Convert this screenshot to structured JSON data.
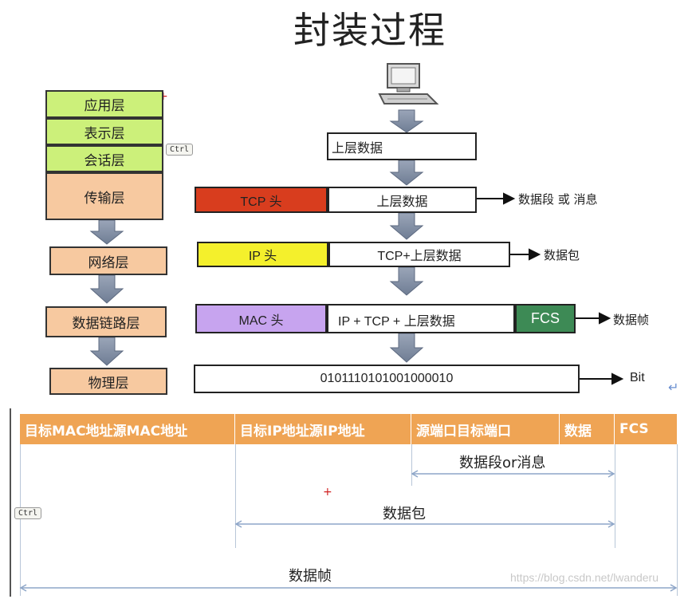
{
  "title": "封装过程",
  "layers": {
    "app": "应用层",
    "pres": "表示层",
    "sess": "会话层",
    "trans": "传输层",
    "net": "网络层",
    "link": "数据链路层",
    "phys": "物理层"
  },
  "ctrl": "Ctrl",
  "data": {
    "upper": "上层数据",
    "tcp_head": "TCP 头",
    "upper2": "上层数据",
    "ip_head": "IP 头",
    "tcp_upper": "TCP+上层数据",
    "mac_head": "MAC 头",
    "ip_tcp_upper": "IP + TCP + 上层数据",
    "fcs": "FCS",
    "bits": "0101110101001000010"
  },
  "outputs": {
    "segment": "数据段 或 消息",
    "packet": "数据包",
    "frame": "数据帧",
    "bit": "Bit"
  },
  "frame_table": {
    "headers": [
      "目标MAC地址源MAC地址",
      "目标IP地址源IP地址",
      "源端口目标端口",
      "数据",
      "FCS"
    ],
    "segment_label": "数据段or消息",
    "packet_label": "数据包",
    "frame_label": "数据帧"
  },
  "watermark": "https://blog.csdn.net/lwanderu",
  "colors": {
    "green_layer": "#ccf07a",
    "peach_layer": "#f7c9a0",
    "tcp_red": "#d83d1e",
    "ip_yellow": "#f4f02c",
    "mac_purple": "#c7a4ef",
    "fcs_green": "#3d8a55",
    "header_orange": "#efa454",
    "arrow_gray": "#8592a8"
  }
}
